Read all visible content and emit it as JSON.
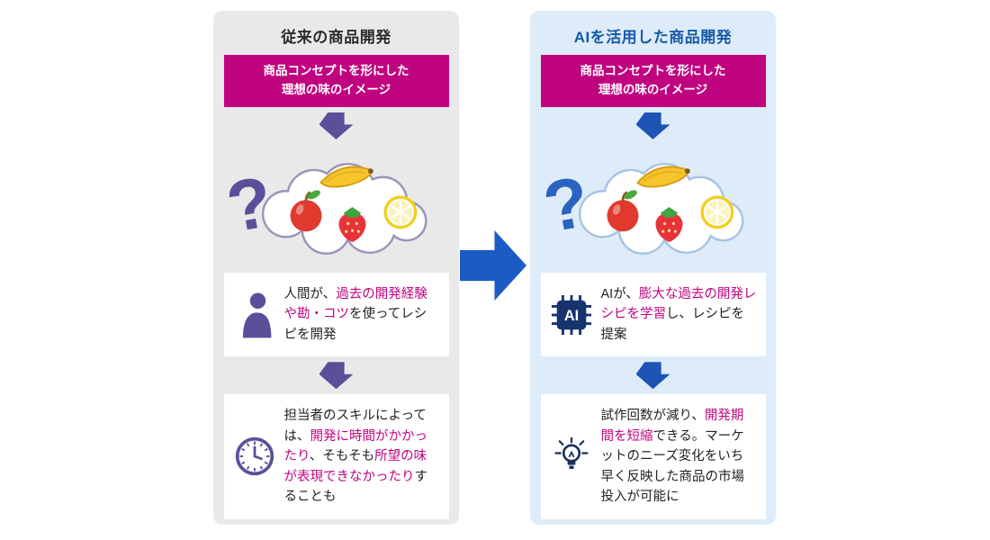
{
  "diagram": {
    "center_arrow_icon": "flow-arrow-right-icon",
    "colors": {
      "magenta": "#c0047f",
      "purple": "#5b4f99",
      "blue": "#1d55b4",
      "center_arrow_blue": "#1a5cc4",
      "title_blue": "#1559a8",
      "left_panel_bg": "#e9e9ea",
      "right_panel_bg": "#ddecf8"
    },
    "left": {
      "title": "従来の商品開発",
      "concept": {
        "line1": "商品コンセプトを形にした",
        "line2": "理想の味のイメージ"
      },
      "cloud_icons": [
        "question-mark-icon",
        "apple-icon",
        "banana-icon",
        "strawberry-icon",
        "lemon-icon",
        "cloud-icon"
      ],
      "process": {
        "icon": "person-icon",
        "seg1": "人間が、",
        "seg2_accent": "過去の開発経験や勘・コツ",
        "seg3": "を使ってレシピを開発"
      },
      "outcome": {
        "icon": "clock-icon",
        "seg1": "担当者のスキルによっては、",
        "seg2_accent": "開発に時間がかかったり",
        "seg3": "、そもそも",
        "seg4_accent": "所望の味が表現できなかったり",
        "seg5": "することも"
      }
    },
    "right": {
      "title": "AIを活用した商品開発",
      "concept": {
        "line1": "商品コンセプトを形にした",
        "line2": "理想の味のイメージ"
      },
      "cloud_icons": [
        "question-mark-icon",
        "apple-icon",
        "banana-icon",
        "strawberry-icon",
        "lemon-icon",
        "cloud-icon"
      ],
      "process": {
        "icon": "ai-chip-icon",
        "icon_label": "AI",
        "seg1": "AIが、",
        "seg2_accent": "膨大な過去の開発レシピを学習",
        "seg3": "し、レシピを提案"
      },
      "outcome": {
        "icon": "lightbulb-icon",
        "seg1": "試作回数が減り、",
        "seg2_accent": "開発期間を短縮",
        "seg3": "できる。マーケットのニーズ変化をいち早く反映した商品の市場投入が可能に"
      }
    }
  }
}
